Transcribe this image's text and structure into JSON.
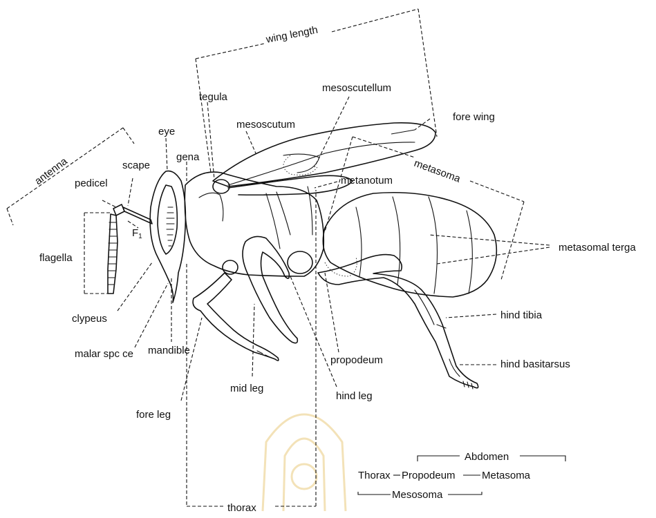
{
  "labels": {
    "wing_length": "wing length",
    "tegula": "tegula",
    "mesoscutellum": "mesoscutellum",
    "fore_wing": "fore wing",
    "mesoscutum": "mesoscutum",
    "eye": "eye",
    "antenna": "antenna",
    "scape": "scape",
    "gena": "gena",
    "metasoma": "metasoma",
    "metanotum": "metanotum",
    "pedicel": "pedicel",
    "f1": "F",
    "f1_sub": "1",
    "flagella": "flagella",
    "metasomal_terga": "metasomal terga",
    "clypeus": "clypeus",
    "hind_tibia": "hind tibia",
    "malar_space": "malar spc ce",
    "mandible": "mandible",
    "propodeum": "propodeum",
    "hind_basitarsus": "hind basitarsus",
    "mid_leg": "mid leg",
    "hind_leg": "hind leg",
    "fore_leg": "fore leg",
    "thorax": "thorax"
  },
  "legend": {
    "abdomen": "Abdomen",
    "thorax": "Thorax",
    "propodeum": "Propodeum",
    "metasoma": "Metasoma",
    "mesosoma": "Mesosoma"
  }
}
